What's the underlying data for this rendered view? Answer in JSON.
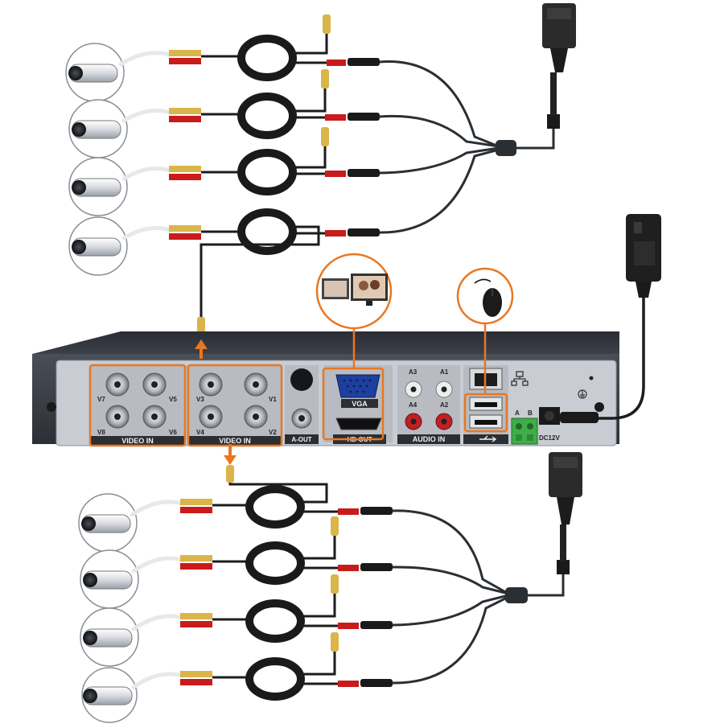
{
  "dvr_panel": {
    "video_in_left": "VIDEO IN",
    "video_in_right": "VIDEO IN",
    "a_out": "A-OUT",
    "vga": "VGA",
    "hd_out": "HD-OUT",
    "audio_in": "AUDIO IN",
    "dc_power": "DC12V",
    "video_ports": {
      "v7": "V7",
      "v5": "V5",
      "v8": "V8",
      "v6": "V6",
      "v3": "V3",
      "v1": "V1",
      "v4": "V4",
      "v2": "V2"
    },
    "audio_ports": {
      "a3": "A3",
      "a1": "A1",
      "a4": "A4",
      "a2": "A2"
    },
    "rs485": {
      "a": "A",
      "b": "B"
    }
  },
  "colors": {
    "highlight": "#e87722",
    "panel": "#3a3d44",
    "cable": "#1c1c1c",
    "power_plug": "#c91b1b",
    "bnc_gold": "#d9b54a"
  },
  "camera_groups": [
    {
      "cameras": 4,
      "splitter": "1-to-4 power splitter"
    },
    {
      "cameras": 4,
      "splitter": "1-to-4 power splitter"
    }
  ]
}
